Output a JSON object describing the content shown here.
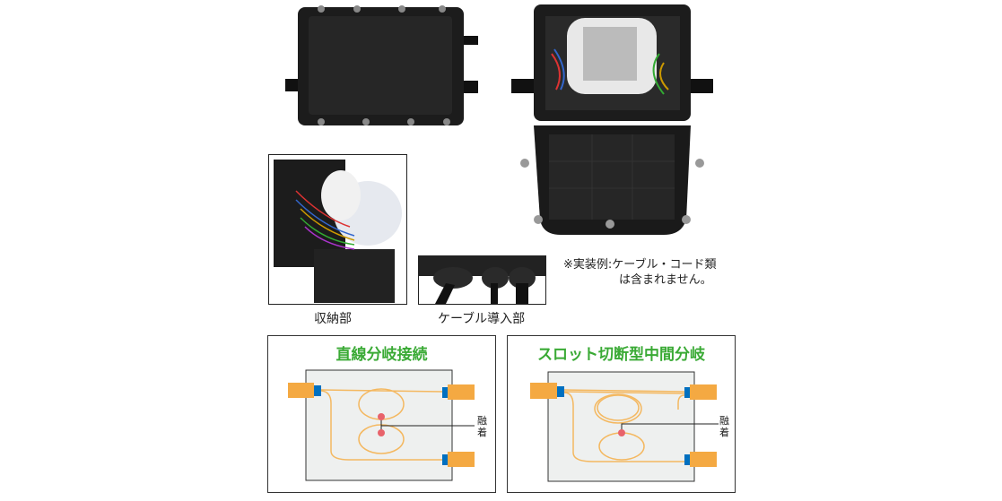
{
  "photos": {
    "storage_label": "収納部",
    "cable_entry_label": "ケーブル導入部"
  },
  "note": {
    "line1": "※実装例:ケーブル・コード類",
    "line2": "は含まれません。"
  },
  "diagrams": [
    {
      "title": "直線分岐接続",
      "fusion_label": "融着"
    },
    {
      "title": "スロット切断型中間分岐",
      "fusion_label": "融着"
    }
  ],
  "colors": {
    "green": "#3aaa35",
    "orange": "#f4a942",
    "blue": "#0070c0",
    "fusion": "#e8636b",
    "fiber": "#f4b860"
  }
}
